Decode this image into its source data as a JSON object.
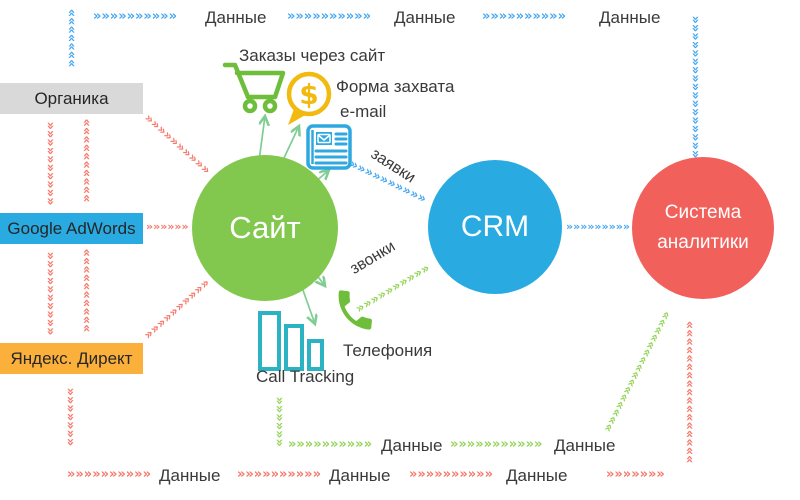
{
  "sources": [
    {
      "label": "Органика",
      "bg": "#D9D9D9"
    },
    {
      "label": "Google AdWords",
      "bg": "#29ABE2"
    },
    {
      "label": "Яндекс. Директ",
      "bg": "#FBB03B"
    }
  ],
  "nodes": {
    "site": {
      "label": "Сайт",
      "color": "#82C84E"
    },
    "crm": {
      "label": "CRM",
      "color": "#29ABE2"
    },
    "analytics": {
      "line1": "Система",
      "line2": "аналитики",
      "color": "#F2605B"
    }
  },
  "annotations": {
    "orders_via_site": "Заказы через сайт",
    "capture_form": "Форма захвата",
    "email": "e-mail",
    "leads": "заявки",
    "calls": "звонки",
    "telephony": "Телефония",
    "call_tracking": "Call Tracking"
  },
  "flow_labels": {
    "top": [
      "Данные",
      "Данные",
      "Данные"
    ],
    "bottom_green": [
      "Данные",
      "Данные"
    ],
    "bottom_red": [
      "Данные",
      "Данные",
      "Данные"
    ]
  },
  "icons": {
    "cart": "shopping-cart-icon",
    "payment": "dollar-speech-bubble-icon",
    "email": "newsletter-email-icon",
    "phone": "phone-handset-icon",
    "call_tracking": "bar-chart-icon",
    "dollar_glyph": "$"
  },
  "colors": {
    "flow_blue": "#47A8F2",
    "flow_red": "#F5796C",
    "flow_green": "#95D45A",
    "icon_green": "#6EBE3C",
    "icon_yellow": "#F2B90F",
    "icon_blue": "#2FA8E0",
    "icon_teal": "#2BB3C4",
    "arrow_green": "#7FCD92",
    "text_dark": "#3A3A3A"
  }
}
